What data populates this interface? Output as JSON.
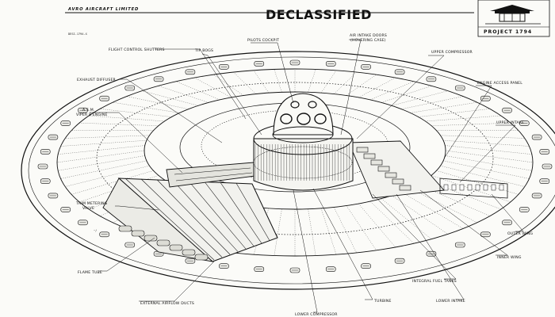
{
  "header": {
    "company": "AVRO AIRCRAFT LIMITED",
    "title": "DECLASSIFIED",
    "project": "PROJECT 1794",
    "drawing_ref": "DESI-1794-X"
  },
  "labels": [
    {
      "id": "flight-control-shutters",
      "text": "FLIGHT CONTROL SHUTTERS"
    },
    {
      "id": "tip-bogs",
      "text": "TIP BOGS"
    },
    {
      "id": "pilots-cockpit",
      "text": "PILOTS COCKPIT"
    },
    {
      "id": "air-intake-doors-1",
      "text": "AIR INTAKE DOORS"
    },
    {
      "id": "air-intake-doors-2",
      "text": "(HOVERING CASE)"
    },
    {
      "id": "upper-compressor",
      "text": "UPPER COMPRESSOR"
    },
    {
      "id": "exhaust-diffuser",
      "text": "EXHAUST DIFFUSER"
    },
    {
      "id": "engine-access-panel",
      "text": "ENGINE ACCESS PANEL"
    },
    {
      "id": "asm-1",
      "text": "A.S.M."
    },
    {
      "id": "asm-2",
      "text": "VIPER 8 ENGINE"
    },
    {
      "id": "upper-intake",
      "text": "UPPER INTAKE"
    },
    {
      "id": "trim-metering-1",
      "text": "TRIM METERING"
    },
    {
      "id": "trim-metering-2",
      "text": "VALVE"
    },
    {
      "id": "outer-wing",
      "text": "OUTER WING"
    },
    {
      "id": "flame-tube",
      "text": "FLAME TUBE"
    },
    {
      "id": "inner-wing",
      "text": "INNER WING"
    },
    {
      "id": "integral-fuel-tanks",
      "text": "INTEGRAL FUEL TANKS"
    },
    {
      "id": "external-airflow-ducts",
      "text": "EXTERNAL AIRFLOW DUCTS"
    },
    {
      "id": "turbine",
      "text": "TURBINE"
    },
    {
      "id": "lower-intake",
      "text": "LOWER INTAKE"
    },
    {
      "id": "lower-compressor",
      "text": "LOWER COMPRESSOR"
    }
  ]
}
